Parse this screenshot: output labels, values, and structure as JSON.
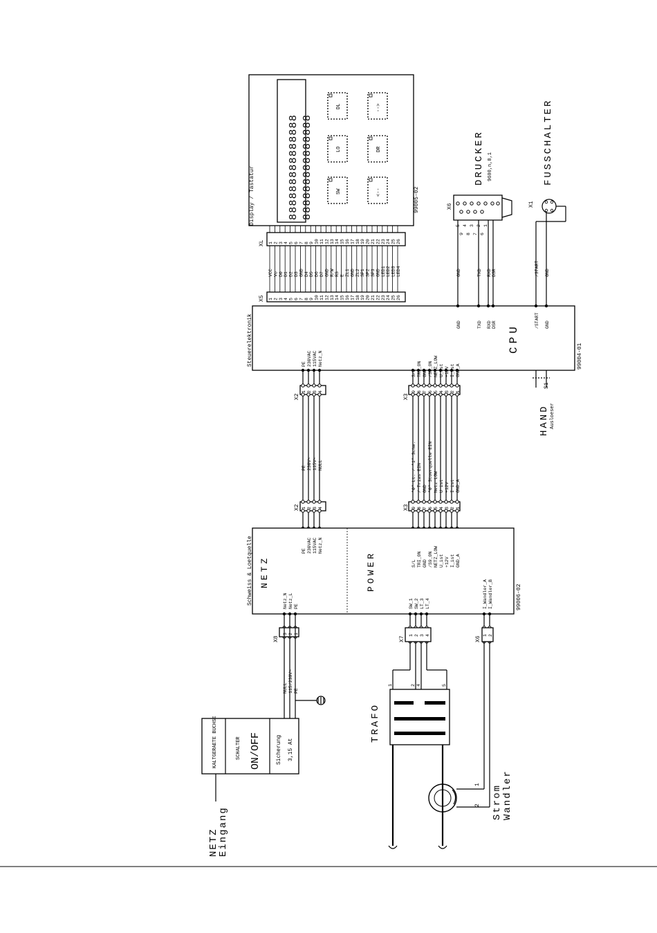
{
  "boards": {
    "steuerelektronik": "Steuerelektronik",
    "steuer_code": "99004-01",
    "cpu": "CPU",
    "display_title": "Display / Tastatur",
    "display_code": "99005-02",
    "psu_title": "Schweiss & Loetquelle",
    "psu_code": "99006-02",
    "netz": "NETZ",
    "power": "POWER"
  },
  "display": {
    "digits": "888888888888888",
    "keys": [
      "SW",
      "LO",
      "DL",
      "<--",
      "DR",
      "-->"
    ]
  },
  "connectors": {
    "x5": "X5",
    "xl": "XL",
    "x2": "X2",
    "x3": "X3",
    "x6": "X6",
    "x7": "X7",
    "x8": "X8",
    "x1": "X1",
    "s1": "S1"
  },
  "x5_pins": [
    "VCC",
    "Vo",
    "D0",
    "D1",
    "D2",
    "D3",
    "GND",
    "D4",
    "D5",
    "D6",
    "D7",
    "GND",
    "R/W",
    "RS",
    "E",
    "ZL1",
    "GND",
    "ZL2",
    "SP1",
    "SP2",
    "SP3",
    "GND",
    "LED1",
    "LED2",
    "LED3",
    "LED4"
  ],
  "x5_numbers": [
    "1",
    "2",
    "3",
    "4",
    "5",
    "6",
    "7",
    "8",
    "9",
    "10",
    "11",
    "12",
    "13",
    "14",
    "15",
    "16",
    "17",
    "18",
    "19",
    "20",
    "21",
    "22",
    "23",
    "24",
    "25",
    "26"
  ],
  "x2_signals": [
    "PE",
    "230VAC",
    "115VAC",
    "Netz_N"
  ],
  "x2_wire_labels": [
    "PE",
    "230V~",
    "115V~",
    "NULL"
  ],
  "x2_numbers": [
    "1",
    "2",
    "3",
    "4"
  ],
  "x3_cpu_signals": [
    "S/L",
    "TRI_ON",
    "GND",
    "/S9_ON",
    "NETZ_LOW",
    "U_ist",
    "+12V",
    "I_ist",
    "GND_A"
  ],
  "x3_psu_signals": [
    "S/L",
    "TRI_ON",
    "GND",
    "/S9_ON",
    "NETZ_LOW",
    "U_ist",
    "+12V",
    "I_ist",
    "GND_A"
  ],
  "x3_wire_labels": [
    "\"0\" Lt. / \"1\" Schw.",
    "/ Trias EIN",
    "GND",
    "\"0\" Stoerquelle EIN",
    "Netz LOW",
    "U ist",
    "+12V",
    "I ist",
    "GND_A"
  ],
  "x3_numbers": [
    "9",
    "8",
    "7",
    "6",
    "5",
    "4",
    "3",
    "2",
    "1"
  ],
  "netz_signals": [
    "Netz_N",
    "Netz_L",
    "PE"
  ],
  "x8_wire_labels": [
    "NULL",
    "115/230V~",
    "PE"
  ],
  "x8_numbers": [
    "3",
    "2",
    "1"
  ],
  "power_signals": [
    "SW_1",
    "SW_2",
    "LT_3",
    "LT_4"
  ],
  "x7_numbers": [
    "1",
    "2",
    "3",
    "4"
  ],
  "trafo_taps": [
    "1",
    "2",
    "4",
    "5"
  ],
  "wandler_signals": [
    "I_Wandler_A",
    "I_Wandler_B"
  ],
  "x6_low_numbers": [
    "1",
    "2"
  ],
  "cpu_right_signals": [
    "GND",
    "TXD",
    "RXD",
    "DSR",
    "/START",
    "GND"
  ],
  "printer": {
    "title": "DRUCKER",
    "settings": "9600,n,8,1",
    "x6_numbers": [
      "5",
      "4",
      "3",
      "2",
      "1"
    ],
    "x6_numbers_b": [
      "9",
      "8",
      "7",
      "6"
    ]
  },
  "footswitch": {
    "title": "FUSSCHALTER"
  },
  "hand": {
    "title": "HAND",
    "subtitle": "Ausloeser"
  },
  "mains": {
    "socket": "KALTGERAETE BUCHSE",
    "switch_title": "SCHALTER",
    "switch": "ON/OFF",
    "fuse_title": "Sicherung",
    "fuse_value": "3,15 At",
    "label_netz": "NETZ",
    "label_eingang": "Eingang"
  },
  "trafo": "TRAFO",
  "strom": "Strom",
  "wandler": "Wandler",
  "wandler_pins": [
    "1",
    "2"
  ]
}
